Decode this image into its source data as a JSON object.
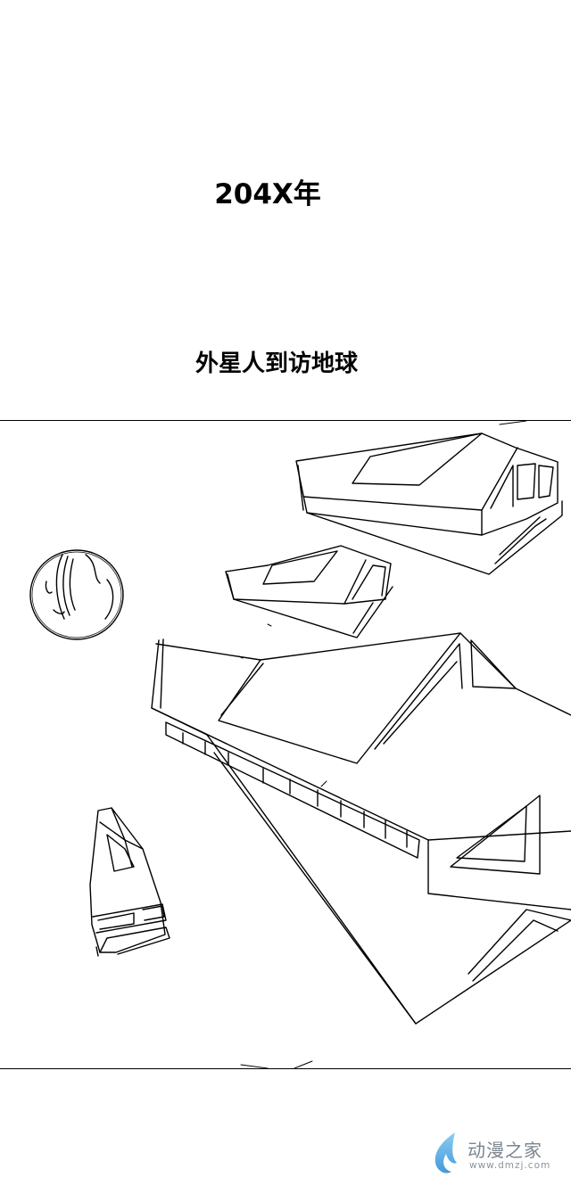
{
  "captions": {
    "year": "204X年",
    "aliens_visit": "外星人到访地球"
  },
  "panel": {
    "illustration": "spaceships-and-planet-sketch"
  },
  "watermark": {
    "brand": "动漫之家",
    "url": "www.dmzj.com",
    "icon": "flame-logo-icon",
    "color": "#4aa6e0"
  }
}
